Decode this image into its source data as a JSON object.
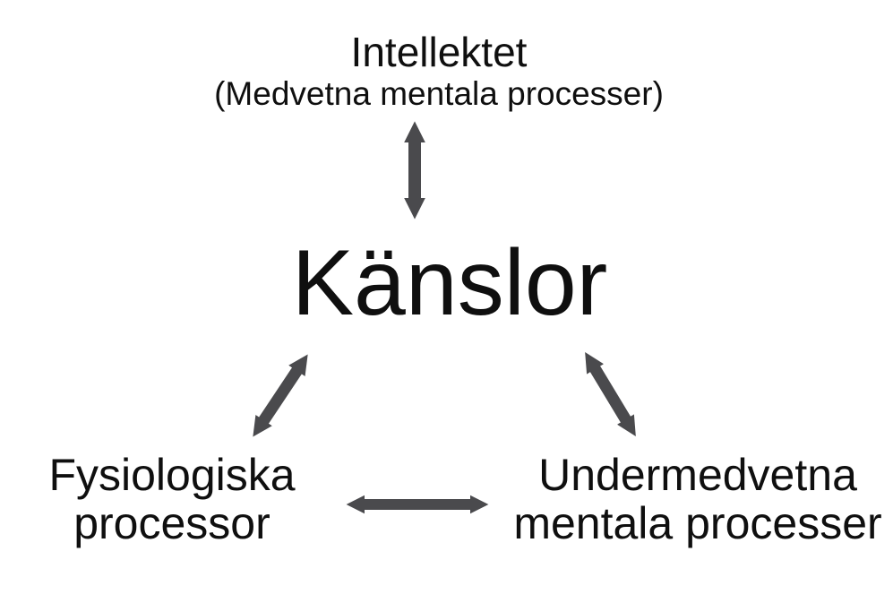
{
  "diagram": {
    "background_color": "#ffffff",
    "text_color": "#0f0f0f",
    "arrow_color": "#4a4a4d",
    "top_node": {
      "label": "Intellektet",
      "sublabel": "(Medvetna mentala processer)"
    },
    "center_node": {
      "label": "Känslor"
    },
    "bottom_left_node": {
      "line1": "Fysiologiska",
      "line2": "processor"
    },
    "bottom_right_node": {
      "line1": "Undermedvetna",
      "line2": "mentala processer"
    },
    "arrows": [
      {
        "name": "intellektet-kanslor",
        "type": "double-headed",
        "orientation": "vertical"
      },
      {
        "name": "kanslor-fysiologiska",
        "type": "double-headed",
        "orientation": "diagonal"
      },
      {
        "name": "kanslor-undermedvetna",
        "type": "double-headed",
        "orientation": "diagonal"
      },
      {
        "name": "fysiologiska-undermedvetna",
        "type": "double-headed",
        "orientation": "horizontal"
      }
    ]
  }
}
